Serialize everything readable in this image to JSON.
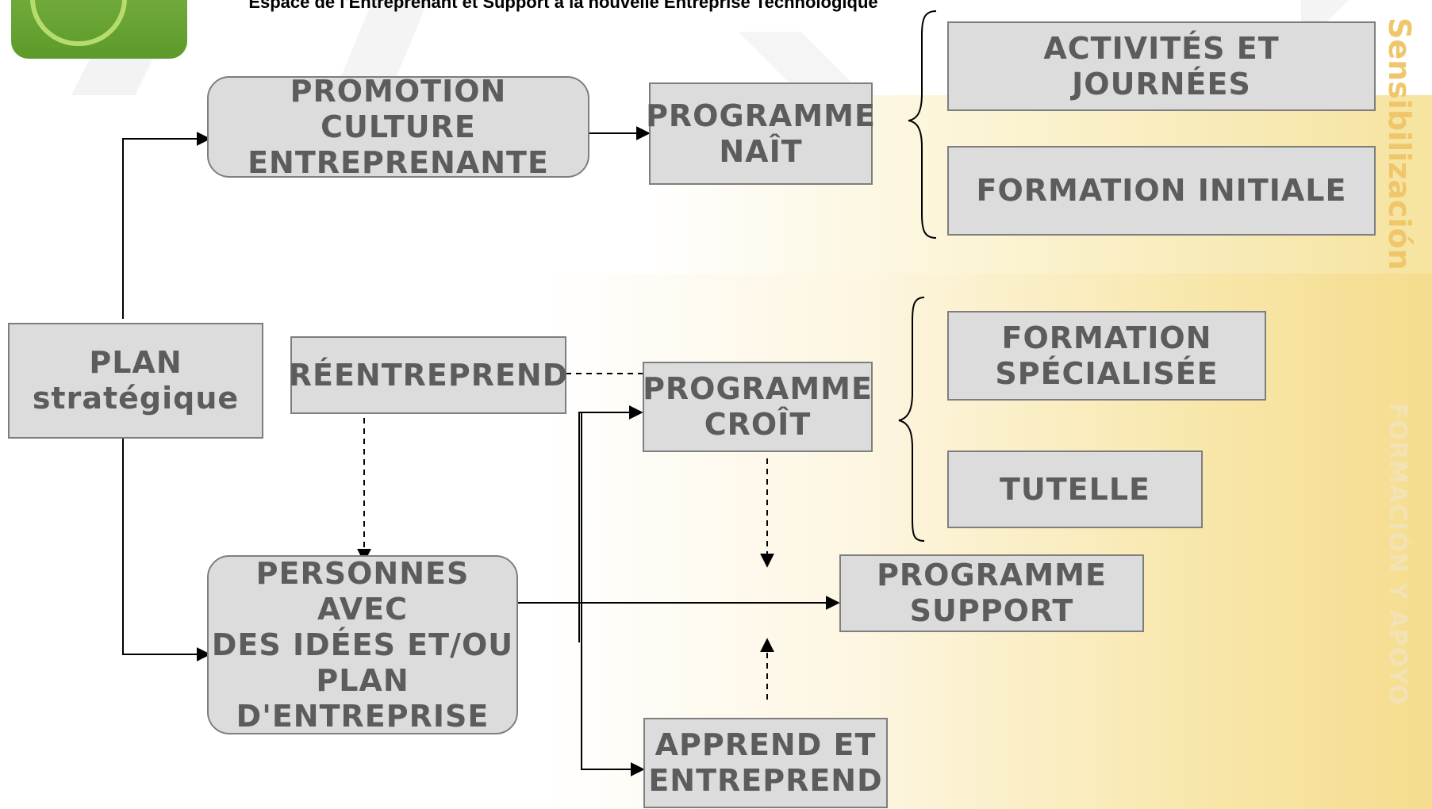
{
  "header": {
    "title": "Espace de l'Entreprenant et Support à la nouvelle Entreprise Technologique"
  },
  "side_labels": {
    "top": "Sensibilización",
    "bottom": "FORMACIÓN Y APOYO"
  },
  "nodes": {
    "plan": "PLAN\nstratégique",
    "promotion": "PROMOTION CULTURE\nENTREPRENANTE",
    "nait": "PROGRAMME\nNAÎT",
    "activites": "ACTIVITÉS ET JOURNÉES",
    "formation_initiale": "FORMATION INITIALE",
    "reentreprend": "RÉENTREPREND",
    "croit": "PROGRAMME\nCROÎT",
    "formation_specialisee": "FORMATION\nSPÉCIALISÉE",
    "tutelle": "TUTELLE",
    "personnes": "PERSONNES AVEC\nDES IDÉES ET/OU\nPLAN\nD'ENTREPRISE",
    "support": "PROGRAMME\nSUPPORT",
    "apprend": "APPREND ET\nENTREPREND"
  },
  "colors": {
    "box_fill": "#dcdcdc",
    "box_border": "#7e7e7e",
    "box_text": "#5c5c5c",
    "side_label_top": "#f0c66a",
    "side_label_bottom": "#f2e2b4",
    "logo_green": "#6aa536"
  }
}
